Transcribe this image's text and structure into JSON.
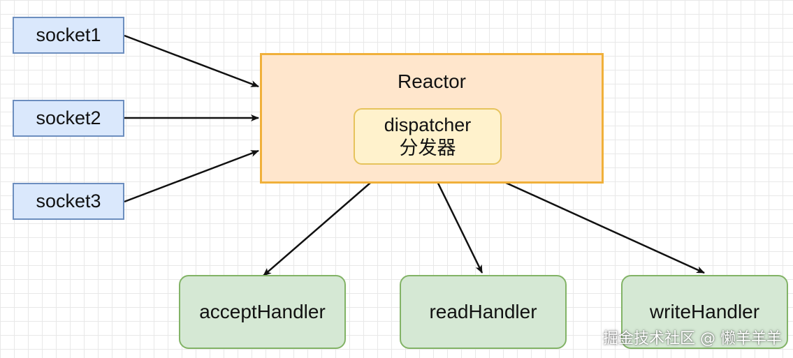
{
  "sockets": [
    {
      "label": "socket1"
    },
    {
      "label": "socket2"
    },
    {
      "label": "socket3"
    }
  ],
  "reactor": {
    "label": "Reactor",
    "dispatcher": {
      "line1": "dispatcher",
      "line2": "分发器"
    }
  },
  "handlers": [
    {
      "label": "acceptHandler"
    },
    {
      "label": "readHandler"
    },
    {
      "label": "writeHandler"
    }
  ],
  "watermark": "掘金技术社区 @ 懒羊羊羊",
  "colors": {
    "socket_fill": "#dae8fc",
    "socket_stroke": "#6c8ebf",
    "reactor_fill": "#ffe6cc",
    "reactor_stroke": "#f0b03a",
    "dispatcher_fill": "#fff2cc",
    "dispatcher_stroke": "#e6c35c",
    "handler_fill": "#d5e8d4",
    "handler_stroke": "#82b366",
    "arrow": "#111111"
  }
}
